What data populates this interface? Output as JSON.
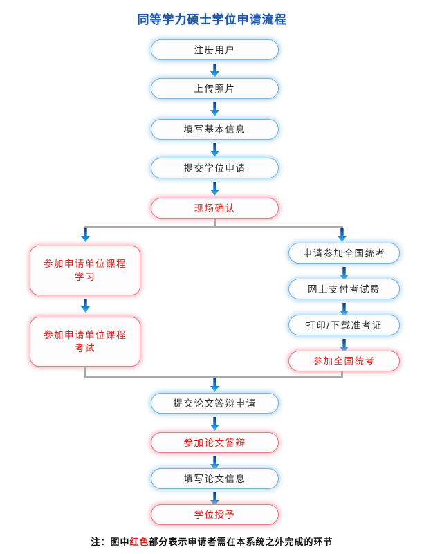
{
  "title": "同等学力硕士学位申请流程",
  "note": {
    "prefix": "注：图中",
    "highlight": "红色",
    "suffix": "部分表示申请者需在本系统之外完成的环节"
  },
  "colors": {
    "title": "#1f57b0",
    "blue_border": "#7fb3d5",
    "red_border": "#e8798a",
    "red_text": "#e0201e",
    "connector_gray": "#a9a9a9",
    "arrow_top": "#11357e",
    "arrow_bottom": "#2fb8ea"
  },
  "chart_data": {
    "type": "diagram",
    "title": "同等学力硕士学位申请流程",
    "legend": "红色 = 申请者需在本系统之外完成的环节",
    "nodes": [
      {
        "id": "n1",
        "label": "注册用户",
        "style": "blue",
        "branch": "main"
      },
      {
        "id": "n2",
        "label": "上传照片",
        "style": "blue",
        "branch": "main"
      },
      {
        "id": "n3",
        "label": "填写基本信息",
        "style": "blue",
        "branch": "main"
      },
      {
        "id": "n4",
        "label": "提交学位申请",
        "style": "blue",
        "branch": "main"
      },
      {
        "id": "n5",
        "label": "现场确认",
        "style": "red",
        "branch": "main"
      },
      {
        "id": "l1",
        "label": "参加申请单位课程\n学习",
        "style": "red",
        "branch": "left"
      },
      {
        "id": "l2",
        "label": "参加申请单位课程\n考试",
        "style": "red",
        "branch": "left"
      },
      {
        "id": "r1",
        "label": "申请参加全国统考",
        "style": "blue",
        "branch": "right"
      },
      {
        "id": "r2",
        "label": "网上支付考试费",
        "style": "blue",
        "branch": "right"
      },
      {
        "id": "r3",
        "label": "打印/下载准考证",
        "style": "blue",
        "branch": "right"
      },
      {
        "id": "r4",
        "label": "参加全国统考",
        "style": "red",
        "branch": "right"
      },
      {
        "id": "n6",
        "label": "提交论文答辩申请",
        "style": "blue",
        "branch": "main"
      },
      {
        "id": "n7",
        "label": "参加论文答辩",
        "style": "red",
        "branch": "main"
      },
      {
        "id": "n8",
        "label": "填写论文信息",
        "style": "blue",
        "branch": "main"
      },
      {
        "id": "n9",
        "label": "学位授予",
        "style": "red",
        "branch": "main"
      }
    ],
    "edges": [
      {
        "from": "n1",
        "to": "n2"
      },
      {
        "from": "n2",
        "to": "n3"
      },
      {
        "from": "n3",
        "to": "n4"
      },
      {
        "from": "n4",
        "to": "n5"
      },
      {
        "from": "n5",
        "to": "l1",
        "kind": "split"
      },
      {
        "from": "n5",
        "to": "r1",
        "kind": "split"
      },
      {
        "from": "l1",
        "to": "l2"
      },
      {
        "from": "r1",
        "to": "r2"
      },
      {
        "from": "r2",
        "to": "r3"
      },
      {
        "from": "r3",
        "to": "r4"
      },
      {
        "from": "l2",
        "to": "n6",
        "kind": "merge"
      },
      {
        "from": "r4",
        "to": "n6",
        "kind": "merge"
      },
      {
        "from": "n6",
        "to": "n7"
      },
      {
        "from": "n7",
        "to": "n8"
      },
      {
        "from": "n8",
        "to": "n9"
      }
    ]
  }
}
